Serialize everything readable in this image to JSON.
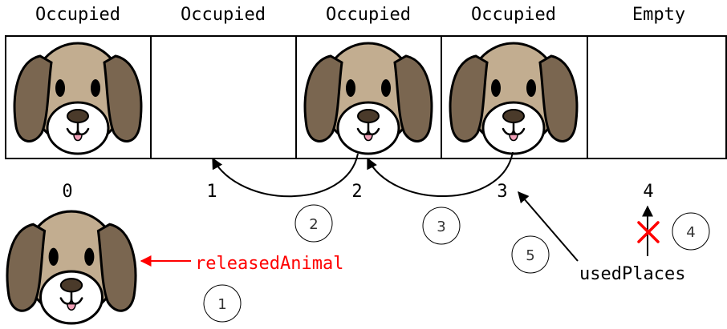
{
  "slots": [
    {
      "status": "Occupied",
      "index": "0",
      "has_dog": true
    },
    {
      "status": "Occupied",
      "index": "1",
      "has_dog": false
    },
    {
      "status": "Occupied",
      "index": "2",
      "has_dog": true
    },
    {
      "status": "Occupied",
      "index": "3",
      "has_dog": true
    },
    {
      "status": "Empty",
      "index": "4",
      "has_dog": false
    }
  ],
  "labels": {
    "released_animal": "releasedAnimal",
    "used_places": "usedPlaces"
  },
  "steps": [
    "1",
    "2",
    "3",
    "4",
    "5"
  ],
  "colors": {
    "released_arrow": "#ff0000",
    "cancel_mark": "#ff0000",
    "dog_ear": "#7a6650",
    "dog_face": "#c2ad90",
    "line": "#000000"
  },
  "icons": {
    "dog": "dog-face-icon",
    "cancel": "red-x-icon"
  }
}
